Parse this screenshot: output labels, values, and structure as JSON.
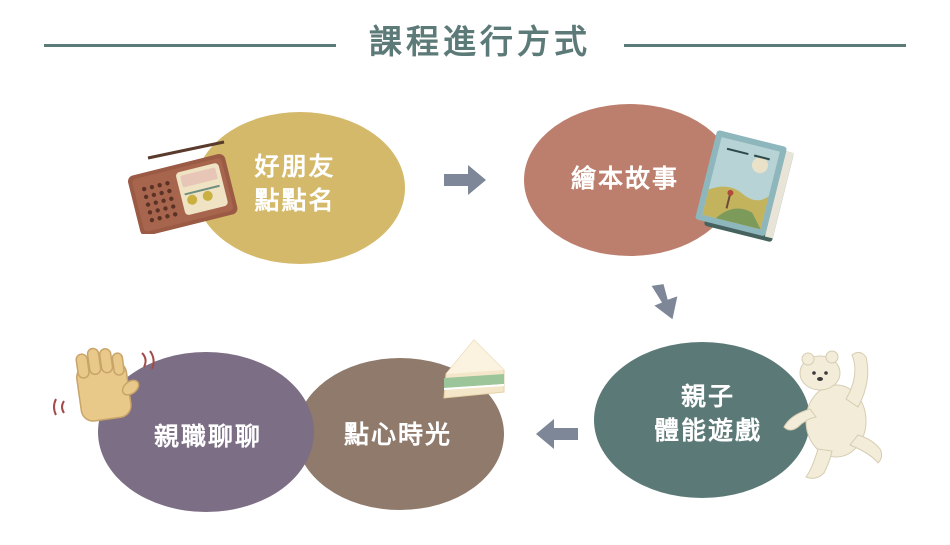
{
  "header": {
    "title": "課程進行方式"
  },
  "steps": [
    {
      "label_line1": "好朋友",
      "label_line2": "點點名",
      "color": "#d4b96a",
      "icon": "radio-icon"
    },
    {
      "label": "繪本故事",
      "color": "#bd7f6d",
      "icon": "picture-book-icon"
    },
    {
      "label_line1": "親子",
      "label_line2": "體能遊戲",
      "color": "#5b7a77",
      "icon": "polar-bear-icon"
    },
    {
      "label": "點心時光",
      "color": "#8f7a6c",
      "icon": "sandwich-icon"
    },
    {
      "label": "親職聊聊",
      "color": "#7c6e84",
      "icon": "waving-hand-icon"
    }
  ],
  "arrow_color": "#7d8797",
  "line_color": "#5c7a78"
}
